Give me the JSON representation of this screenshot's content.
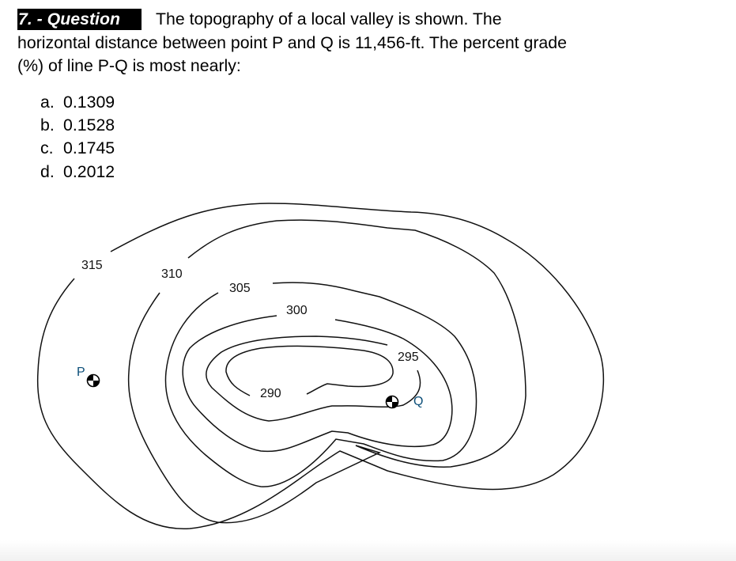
{
  "question": {
    "badge": "7.  - Question",
    "text_line1": "The topography of a local valley is shown.  The",
    "text_line2": "horizontal distance between point P and Q is 11,456-ft.  The percent grade",
    "text_line3": "(%) of line P-Q is most nearly:"
  },
  "choices": [
    {
      "letter": "a.",
      "value": "0.1309"
    },
    {
      "letter": "b.",
      "value": "0.1528"
    },
    {
      "letter": "c.",
      "value": "0.1745"
    },
    {
      "letter": "d.",
      "value": "0.2012"
    }
  ],
  "map": {
    "contour_labels": {
      "c315": "315",
      "c310": "310",
      "c305": "305",
      "c300": "300",
      "c295": "295",
      "c290": "290"
    },
    "points": {
      "p": "P",
      "q": "Q"
    },
    "colors": {
      "contour": "#111111",
      "point_label": "#0a4d78"
    }
  }
}
